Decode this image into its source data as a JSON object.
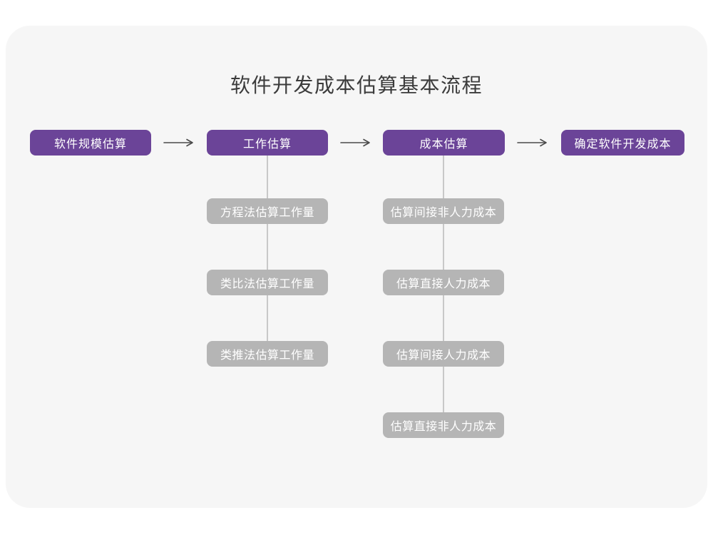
{
  "title": "软件开发成本估算基本流程",
  "flow": {
    "main_steps": [
      {
        "id": "software-scale-estimation",
        "label": "软件规模估算"
      },
      {
        "id": "work-estimation",
        "label": "工作估算"
      },
      {
        "id": "cost-estimation",
        "label": "成本估算"
      },
      {
        "id": "determine-software-development-cost",
        "label": "确定软件开发成本"
      }
    ],
    "work_estimation_methods": [
      {
        "label": "方程法估算工作量"
      },
      {
        "label": "类比法估算工作量"
      },
      {
        "label": "类推法估算工作量"
      }
    ],
    "cost_estimation_substeps": [
      {
        "label": "估算间接非人力成本"
      },
      {
        "label": "估算直接人力成本"
      },
      {
        "label": "估算间接人力成本"
      },
      {
        "label": "估算直接非人力成本"
      }
    ]
  },
  "colors": {
    "page_bg": "#ffffff",
    "card_bg": "#f6f6f6",
    "step_box": "#6b4498",
    "sub_box": "#b5b5b5",
    "connector": "#c8c8c8",
    "arrow": "#4a4a4a",
    "title_text": "#3b3b3b",
    "box_text": "#ffffff"
  }
}
